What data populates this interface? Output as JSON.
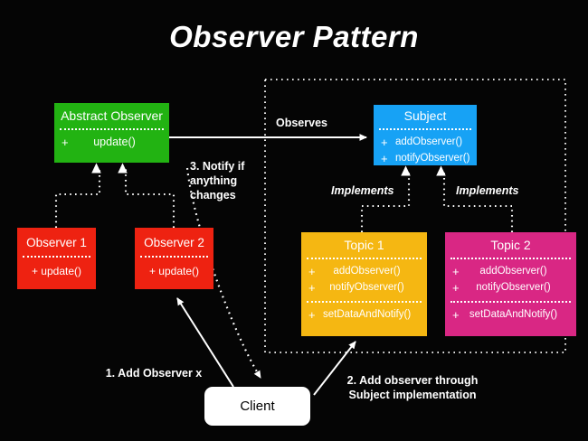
{
  "diagram": {
    "title": "Observer Pattern",
    "background_color": "#000000",
    "text_color": "#ffffff"
  },
  "boxes": {
    "abstract_observer": {
      "title": "Abstract Observer",
      "color": "#22b312",
      "methods": [
        {
          "visibility": "+",
          "name": "update()"
        }
      ]
    },
    "subject": {
      "title": "Subject",
      "color": "#17a2f5",
      "methods": [
        {
          "visibility": "+",
          "name": "addObserver()"
        },
        {
          "visibility": "+",
          "name": "notifyObserver()"
        }
      ]
    },
    "observer_1": {
      "title": "Observer 1",
      "color": "#ee2211",
      "method_line": "+ update()"
    },
    "observer_2": {
      "title": "Observer 2",
      "color": "#ee2211",
      "method_line": "+ update()"
    },
    "topic_1": {
      "title": "Topic 1",
      "color": "#f5b712",
      "methods": [
        {
          "visibility": "+",
          "name": "addObserver()"
        },
        {
          "visibility": "+",
          "name": "notifyObserver()"
        }
      ],
      "methods2": [
        {
          "visibility": "+",
          "name": "setDataAndNotify()"
        }
      ]
    },
    "topic_2": {
      "title": "Topic 2",
      "color": "#d92784",
      "methods": [
        {
          "visibility": "+",
          "name": "addObserver()"
        },
        {
          "visibility": "+",
          "name": "notifyObserver()"
        }
      ],
      "methods2": [
        {
          "visibility": "+",
          "name": "setDataAndNotify()"
        }
      ]
    },
    "client": {
      "title": "Client",
      "color": "#ffffff"
    }
  },
  "labels": {
    "observes": "Observes",
    "implements_1": "Implements",
    "implements_2": "Implements",
    "note_notify": "3. Notify if anything changes",
    "note_add_observer": "1. Add Observer x",
    "note_add_through": "2. Add observer through Subject implementation"
  }
}
